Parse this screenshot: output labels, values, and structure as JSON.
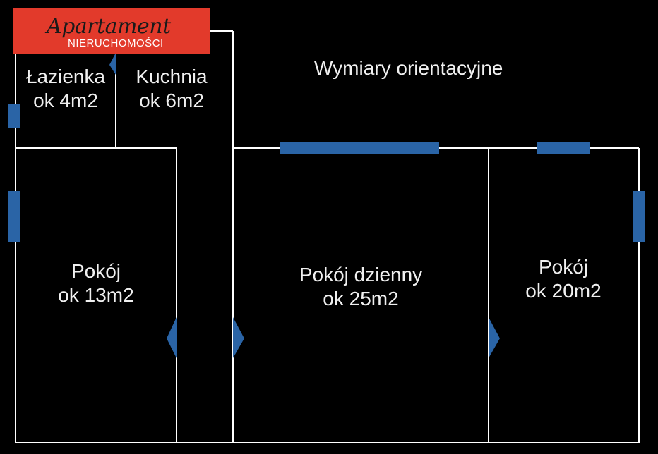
{
  "logo": {
    "brand": "Apartament",
    "tagline": "NIERUCHOMOŚCI"
  },
  "note": "Wymiary orientacyjne",
  "rooms": [
    {
      "name": "Łazienka",
      "area": "ok 4m2"
    },
    {
      "name": "Kuchnia",
      "area": "ok 6m2"
    },
    {
      "name": "Pokój",
      "area": "ok 13m2"
    },
    {
      "name": "Pokój dzienny",
      "area": "ok 25m2"
    },
    {
      "name": "Pokój",
      "area": "ok 20m2"
    }
  ],
  "colors": {
    "wall": "#ffffff",
    "window": "#2a64a6",
    "background": "#000000",
    "logo": "#e23a2b"
  }
}
